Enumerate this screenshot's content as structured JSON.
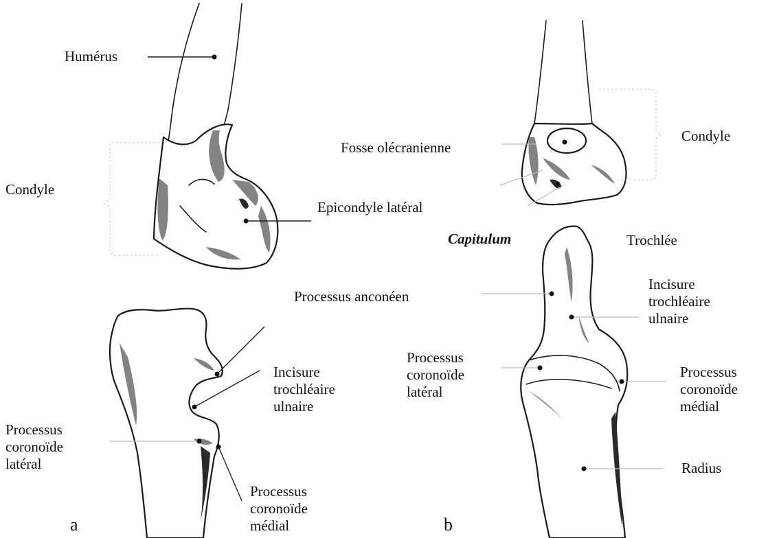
{
  "panel_a": {
    "letter": "a",
    "labels": {
      "humerus": "Humérus",
      "condyle": "Condyle",
      "epicondyle": "Epicondyle latéral",
      "incisure": [
        "Incisure",
        "trochléaire",
        "ulnaire"
      ],
      "coronoid_lateral": [
        "Processus",
        "coronoïde",
        "latéral"
      ],
      "coronoid_medial": [
        "Processus",
        "coronoïde",
        "médial"
      ]
    }
  },
  "panel_b": {
    "letter": "b",
    "labels": {
      "fosse": "Fosse olécranienne",
      "condyle": "Condyle",
      "capitulum": "Capitulum",
      "trochlee": "Trochlée",
      "anconeen": "Processus anconéen",
      "incisure": [
        "Incisure",
        "trochléaire",
        "ulnaire"
      ],
      "coronoid_lateral": [
        "Processus",
        "coronoïde",
        "latéral"
      ],
      "coronoid_medial": [
        "Processus",
        "coronoïde",
        "médial"
      ],
      "radius": "Radius"
    }
  },
  "colors": {
    "ink": "#111111",
    "shading": "#5a5a5a",
    "brace": "#cfcfcf"
  }
}
